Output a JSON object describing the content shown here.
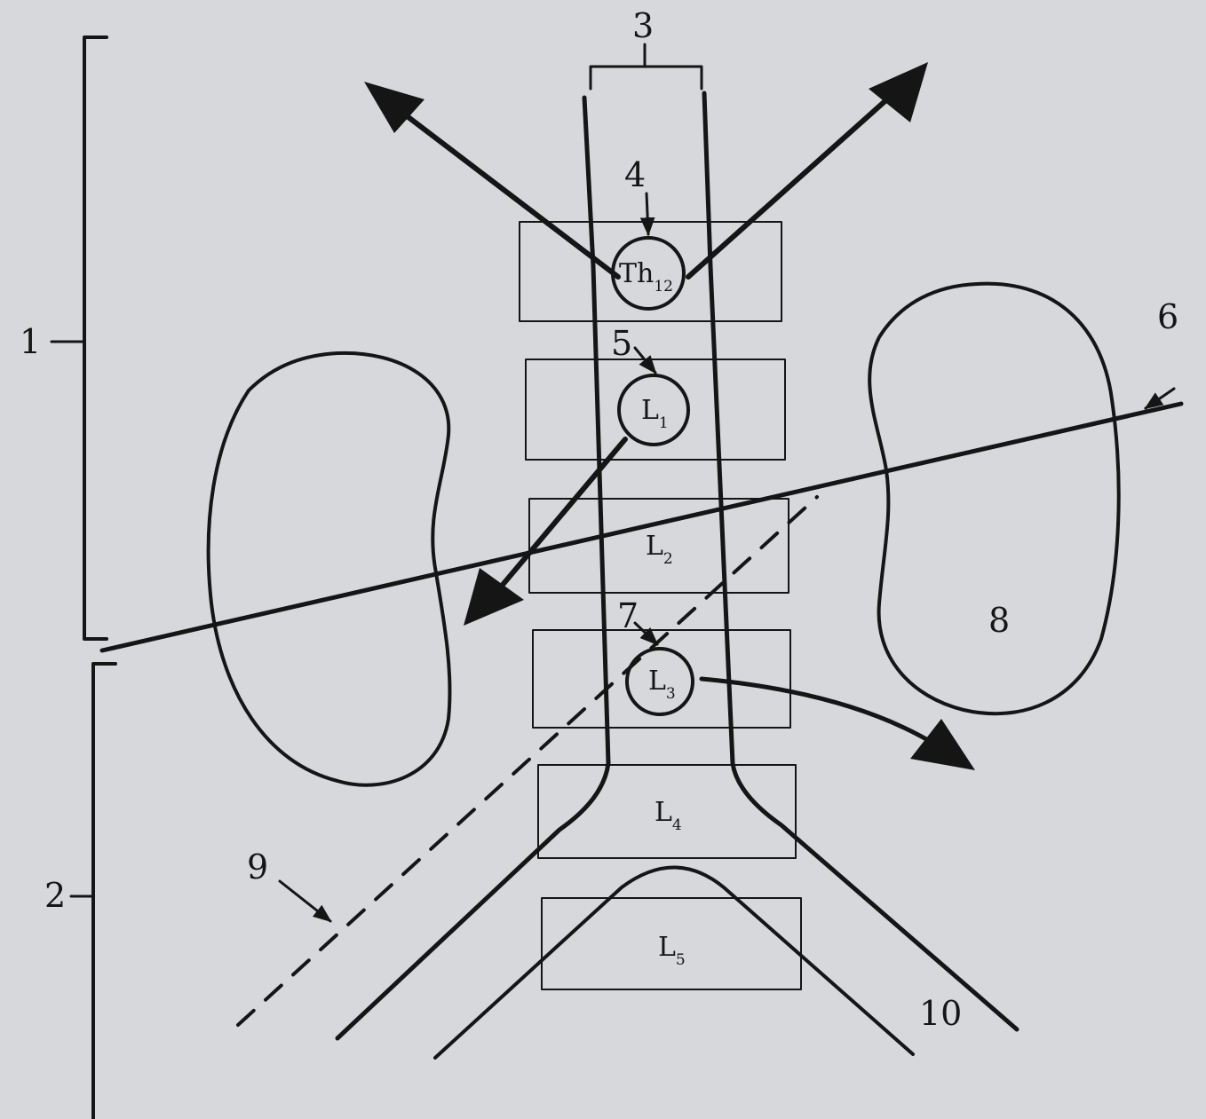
{
  "labels": {
    "n1": "1",
    "n2": "2",
    "n3": "3",
    "n4": "4",
    "n5": "5",
    "n6": "6",
    "n7": "7",
    "n8": "8",
    "n9": "9",
    "n10": "10"
  },
  "vertebrae": [
    {
      "name": "Th",
      "sub": "12"
    },
    {
      "name": "L",
      "sub": "1"
    },
    {
      "name": "L",
      "sub": "2"
    },
    {
      "name": "L",
      "sub": "3"
    },
    {
      "name": "L",
      "sub": "4"
    },
    {
      "name": "L",
      "sub": "5"
    }
  ],
  "colors": {
    "ink": "#151515",
    "paper": "#d6d8dc"
  }
}
